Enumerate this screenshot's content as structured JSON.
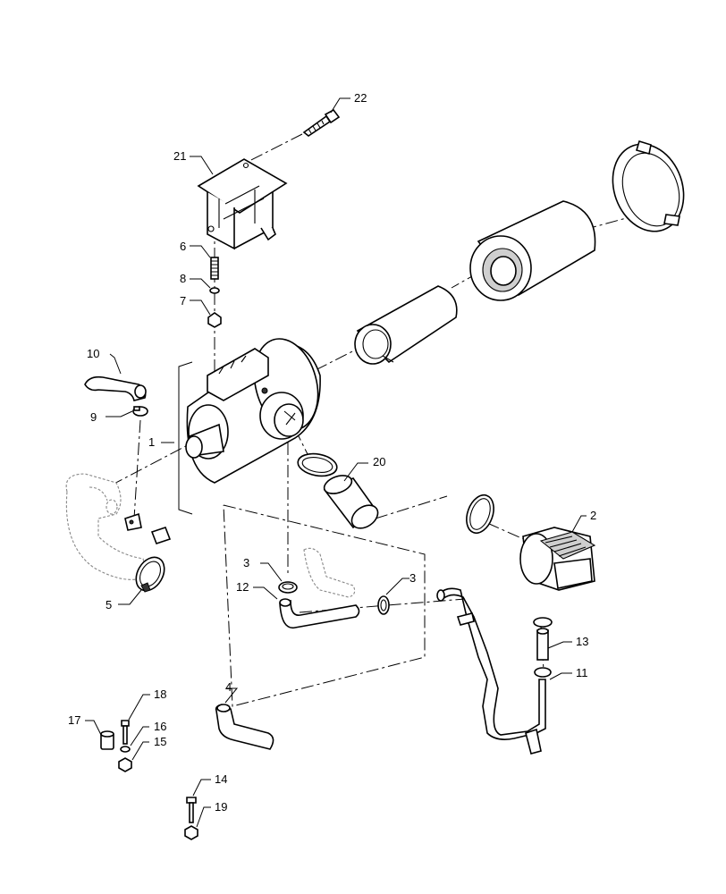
{
  "diagram": {
    "callouts": {
      "c22": "22",
      "c21": "21",
      "c6": "6",
      "c8": "8",
      "c7": "7",
      "c10": "10",
      "c9": "9",
      "c1": "1",
      "c5": "5",
      "c20": "20",
      "c2": "2",
      "c3a": "3",
      "c3b": "3",
      "c12": "12",
      "c4": "4",
      "c13": "13",
      "c11": "11",
      "c18": "18",
      "c17": "17",
      "c16": "16",
      "c15": "15",
      "c14": "14",
      "c19": "19"
    }
  }
}
